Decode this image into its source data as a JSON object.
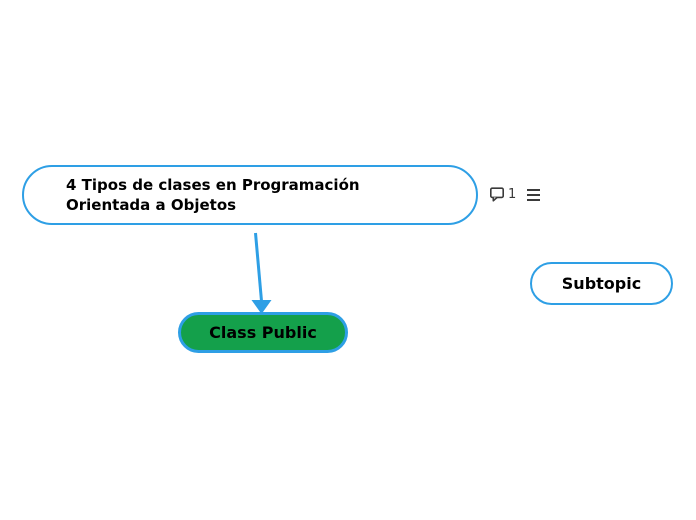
{
  "canvas": {
    "background": "#ffffff"
  },
  "colors": {
    "canvas_bg": "#ffffff",
    "node_border": "#2E9FE5",
    "arrow": "#2E9FE5",
    "green_fill": "#14A04B",
    "node_fill": "#ffffff",
    "node_text": "#000000",
    "icon": "#3A3A3A"
  },
  "main_topic": {
    "label": "4 Tipos de clases en Programación Orientada a Objetos",
    "comment_count": "1",
    "icons": [
      "comment-icon",
      "notes-icon"
    ]
  },
  "subtopic": {
    "label": "Subtopic"
  },
  "class_public": {
    "label": "Class Public"
  }
}
